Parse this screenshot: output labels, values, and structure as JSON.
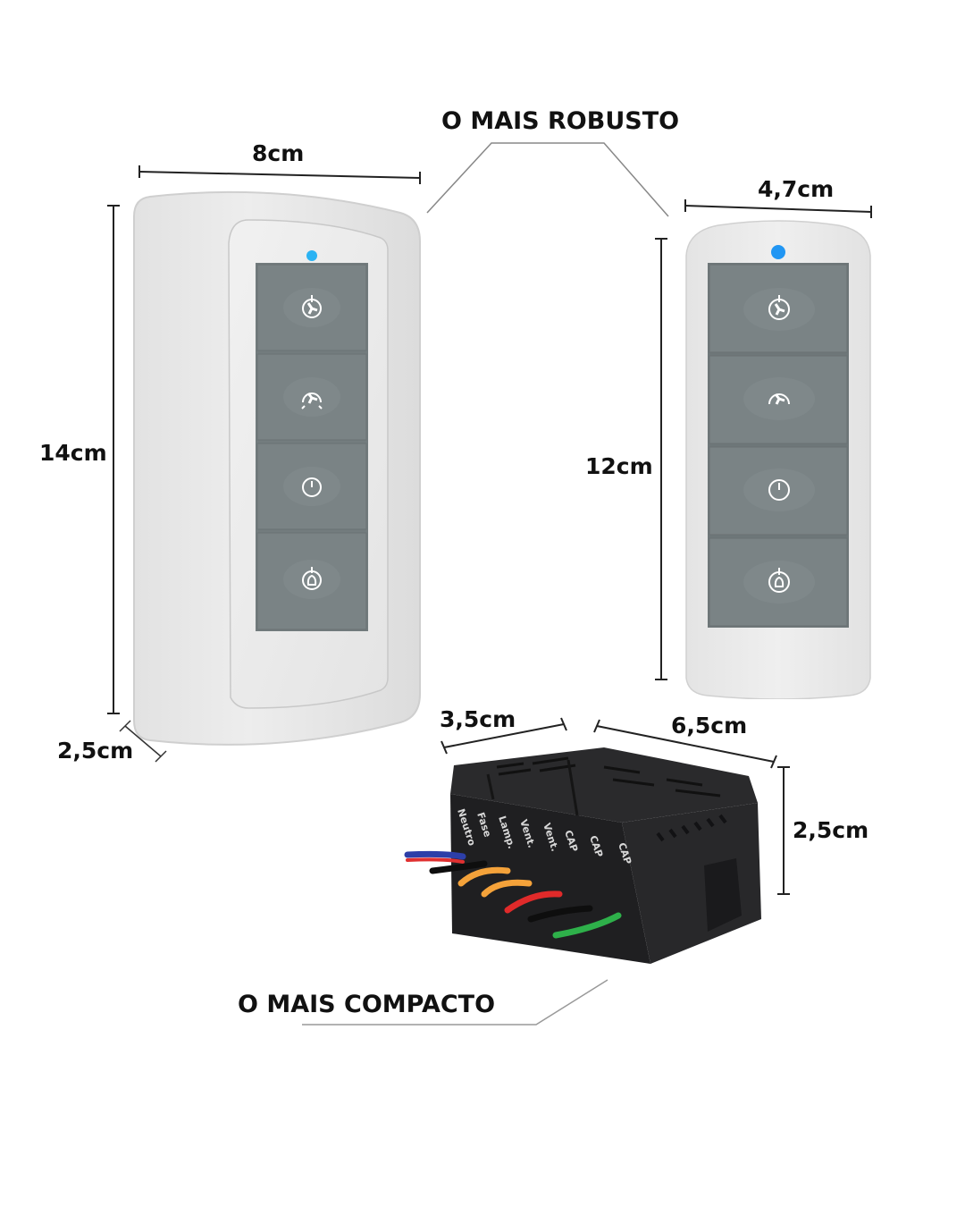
{
  "labels": {
    "robust_title": "O MAIS ROBUSTO",
    "compact_title": "O MAIS COMPACTO"
  },
  "large_switch": {
    "width": "8cm",
    "height": "14cm",
    "depth": "2,5cm",
    "buttons": [
      "fan-power-icon",
      "fan-speed-icon",
      "timer-icon",
      "light-bulb-icon"
    ],
    "led_color": "#2bb3f3"
  },
  "small_switch": {
    "width": "4,7cm",
    "height": "12cm",
    "buttons": [
      "fan-power-icon",
      "fan-speed-icon",
      "timer-icon",
      "light-bulb-icon"
    ],
    "led_color": "#2196f3"
  },
  "module": {
    "width": "3,5cm",
    "length": "6,5cm",
    "height": "2,5cm",
    "terminals": [
      "Neutro",
      "Fase",
      "Lamp.",
      "Vent.",
      "Vent.",
      "CAP",
      "CAP",
      "CAP"
    ],
    "wire_colors": [
      "#2d3fa8",
      "#e03030",
      "#f4a23a",
      "#f4a23a",
      "#e02a2a",
      "#1a1a1a",
      "#2eb04a"
    ]
  }
}
